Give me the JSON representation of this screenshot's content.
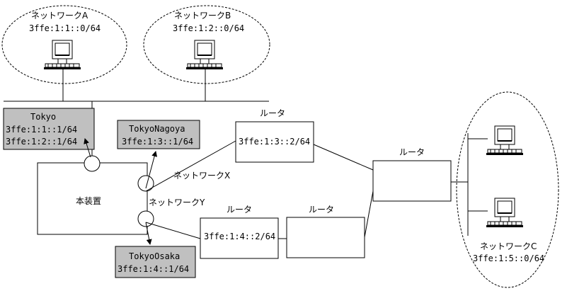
{
  "network_a": {
    "label": "ネットワークA",
    "prefix": "3ffe:1:1::0/64"
  },
  "network_b": {
    "label": "ネットワークB",
    "prefix": "3ffe:1:2::0/64"
  },
  "network_c": {
    "label": "ネットワークC",
    "prefix": "3ffe:1:5::0/64"
  },
  "device": {
    "label": "本装置"
  },
  "tokyo": {
    "name": "Tokyo",
    "addr1": "3ffe:1:1::1/64",
    "addr2": "3ffe:1:2::1/64"
  },
  "tokyo_nagoya": {
    "name": "TokyoNagoya",
    "addr": "3ffe:1:3::1/64"
  },
  "tokyo_osaka": {
    "name": "TokyoOsaka",
    "addr": "3ffe:1:4::1/64"
  },
  "network_x": {
    "label": "ネットワークX"
  },
  "network_y": {
    "label": "ネットワークY"
  },
  "router_label": "ルータ",
  "router_x": {
    "addr": "3ffe:1:3::2/64"
  },
  "router_y": {
    "addr": "3ffe:1:4::2/64"
  }
}
